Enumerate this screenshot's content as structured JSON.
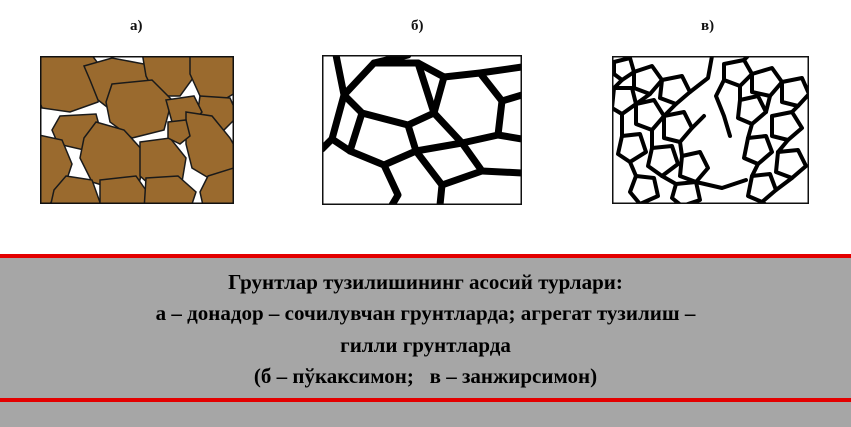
{
  "figure": {
    "panels": [
      {
        "label": "а)",
        "kind": "granular"
      },
      {
        "label": "б)",
        "kind": "cellular"
      },
      {
        "label": "в)",
        "kind": "chain"
      }
    ],
    "colors": {
      "grain_fill": "#9a6a2e",
      "outline": "#000000",
      "band": "#a6a6a6",
      "divider": "#e30000"
    }
  },
  "caption": {
    "line1": "Грунтлар тузилишининг асосий турлари:",
    "line2": "а – донадор – сочилувчан грунтларда; агрегат тузилиш –",
    "line3": "гилли грунтларда",
    "line4": "(б – пўкаксимон;   в – занжирсимон)"
  }
}
